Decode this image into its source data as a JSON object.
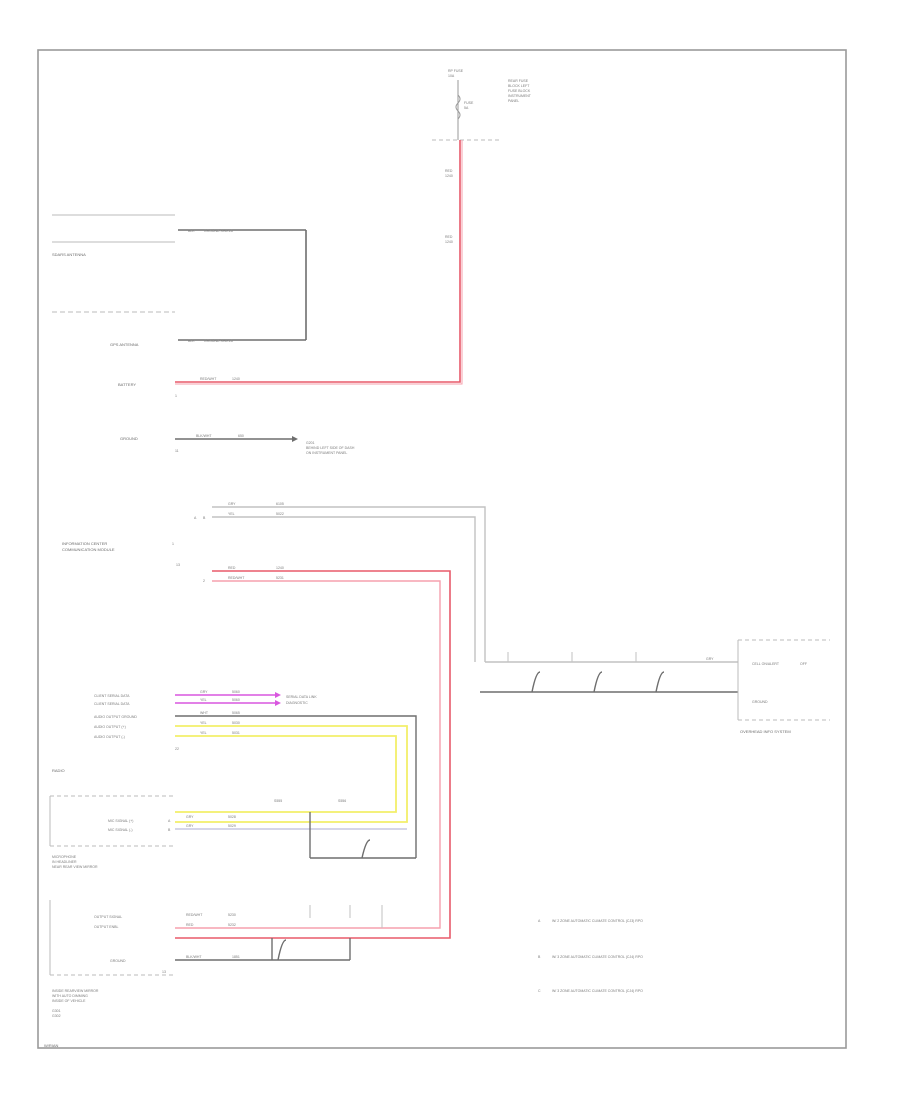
{
  "frame_label": "W/RIAN",
  "top_fuse": {
    "title_lines": [
      "RP FUSE",
      "10A"
    ],
    "fuse_label": "FUSE",
    "fuse_value": "5A",
    "block_note": [
      "REAR FUSE",
      "BLOCK LEFT",
      "FUSE BLOCK",
      "INSTRUMENT",
      "PANEL"
    ]
  },
  "main_wire": {
    "segments": [
      {
        "color_text": "RED",
        "circuit": "1240"
      },
      {
        "color_text": "RED",
        "circuit": "1240"
      }
    ]
  },
  "left_inputs": [
    {
      "label": "SDARS ANTENNA",
      "wire": "BLK",
      "circuit": "GROUND SHIELD"
    },
    {
      "label": "GPS ANTENNA",
      "wire": "BLK",
      "circuit": "GROUND SHIELD"
    },
    {
      "label": "BATTERY",
      "wire": "RED/WHT",
      "circuit": "1240",
      "pin": "1"
    },
    {
      "label": "GROUND",
      "wire": "BLK/WHT",
      "circuit": "650",
      "pin": "11"
    }
  ],
  "ground_note": [
    "G201",
    "BEHIND LEFT SIDE OF DASH",
    "ON INSTRUMENT PANEL"
  ],
  "comm_module": {
    "label_lines": [
      "INFORMATION CENTER",
      "COMMUNICATION MODULE"
    ],
    "pins": [
      "A",
      "B",
      "1",
      "2",
      "13"
    ],
    "wires": [
      {
        "color_text": "GRY",
        "circuit": "6105"
      },
      {
        "color_text": "YEL",
        "circuit": "5022"
      },
      {
        "color_text": "RED",
        "circuit": "1240"
      },
      {
        "color_text": "RED/WHT",
        "circuit": "5231"
      }
    ]
  },
  "radio": {
    "label": "RADIO",
    "pins": [
      {
        "label": "CLIENT SERIAL DATA",
        "color": "GRY",
        "circuit": "5060"
      },
      {
        "label": "CLIENT SERIAL DATA",
        "color": "YEL",
        "circuit": "5060"
      },
      {
        "label": "AUDIO OUTPUT GROUND",
        "color": "WHT",
        "circuit": "5065"
      },
      {
        "label": "AUDIO OUTPUT (+)",
        "color": "YEL",
        "circuit": "5030"
      },
      {
        "label": "AUDIO OUTPUT (-)",
        "color": "YEL",
        "circuit": "5031"
      }
    ],
    "data_note": [
      "SERIAL DATA LINK",
      "DIAGNOSTIC"
    ],
    "sub_pin": "22"
  },
  "mic": {
    "label_lines": [
      "MICROPHONE",
      "IN HEADLINER",
      "NEAR REAR VIEW MIRROR"
    ],
    "pins": [
      {
        "label": "MIC SIGNAL (+)",
        "color": "GRY",
        "circuit": "5028"
      },
      {
        "label": "MIC SIGNAL (-)",
        "color": "GRY",
        "circuit": "5029"
      }
    ],
    "pin_ids": [
      "A",
      "B"
    ],
    "splices": [
      "S555",
      "S556"
    ]
  },
  "rearview": {
    "label_lines": [
      "INSIDE REARVIEW MIRROR",
      "WITH AUTO DIMMING",
      "INSIDE OF VEHICLE"
    ],
    "pins": [
      {
        "label": "OUTPUT SIGNAL",
        "color": "RED/WHT",
        "circuit": "5230"
      },
      {
        "label": "OUTPUT ENBL",
        "color": "RED",
        "circuit": "5232"
      },
      {
        "label": "GROUND",
        "color": "BLK/WHT",
        "circuit": "1851"
      }
    ],
    "side_pin": "13"
  },
  "right_connector": {
    "labels": [
      "CELL ON/ALERT",
      "OFF",
      "GROUND"
    ],
    "title": "OVERHEAD INFO SYSTEM",
    "wire": "GRY"
  },
  "ground_bottom": [
    "G301",
    "G302"
  ],
  "notes": [
    {
      "letter": "A",
      "text": "W/ 2 ZONE AUTOMATIC CLIMATE CONTROL (CJ3) RPO"
    },
    {
      "letter": "B",
      "text": "W/ 3 ZONE AUTOMATIC CLIMATE CONTROL (CJ4) RPO"
    },
    {
      "letter": "C",
      "text": "W/ 3 ZONE AUTOMATIC CLIMATE CONTROL (CJ4) RPO"
    }
  ],
  "colors": {
    "frame": "#9a9a9a",
    "battery_wire": "#e85a6a",
    "battery_wire_light": "#f5a0ae",
    "ground_wire": "#6e6e6e",
    "gray_wire": "#c2c2c2",
    "yellow_wire": "#f3ef6a",
    "magenta_wire": "#d957df",
    "text": "#6b6b6b"
  }
}
